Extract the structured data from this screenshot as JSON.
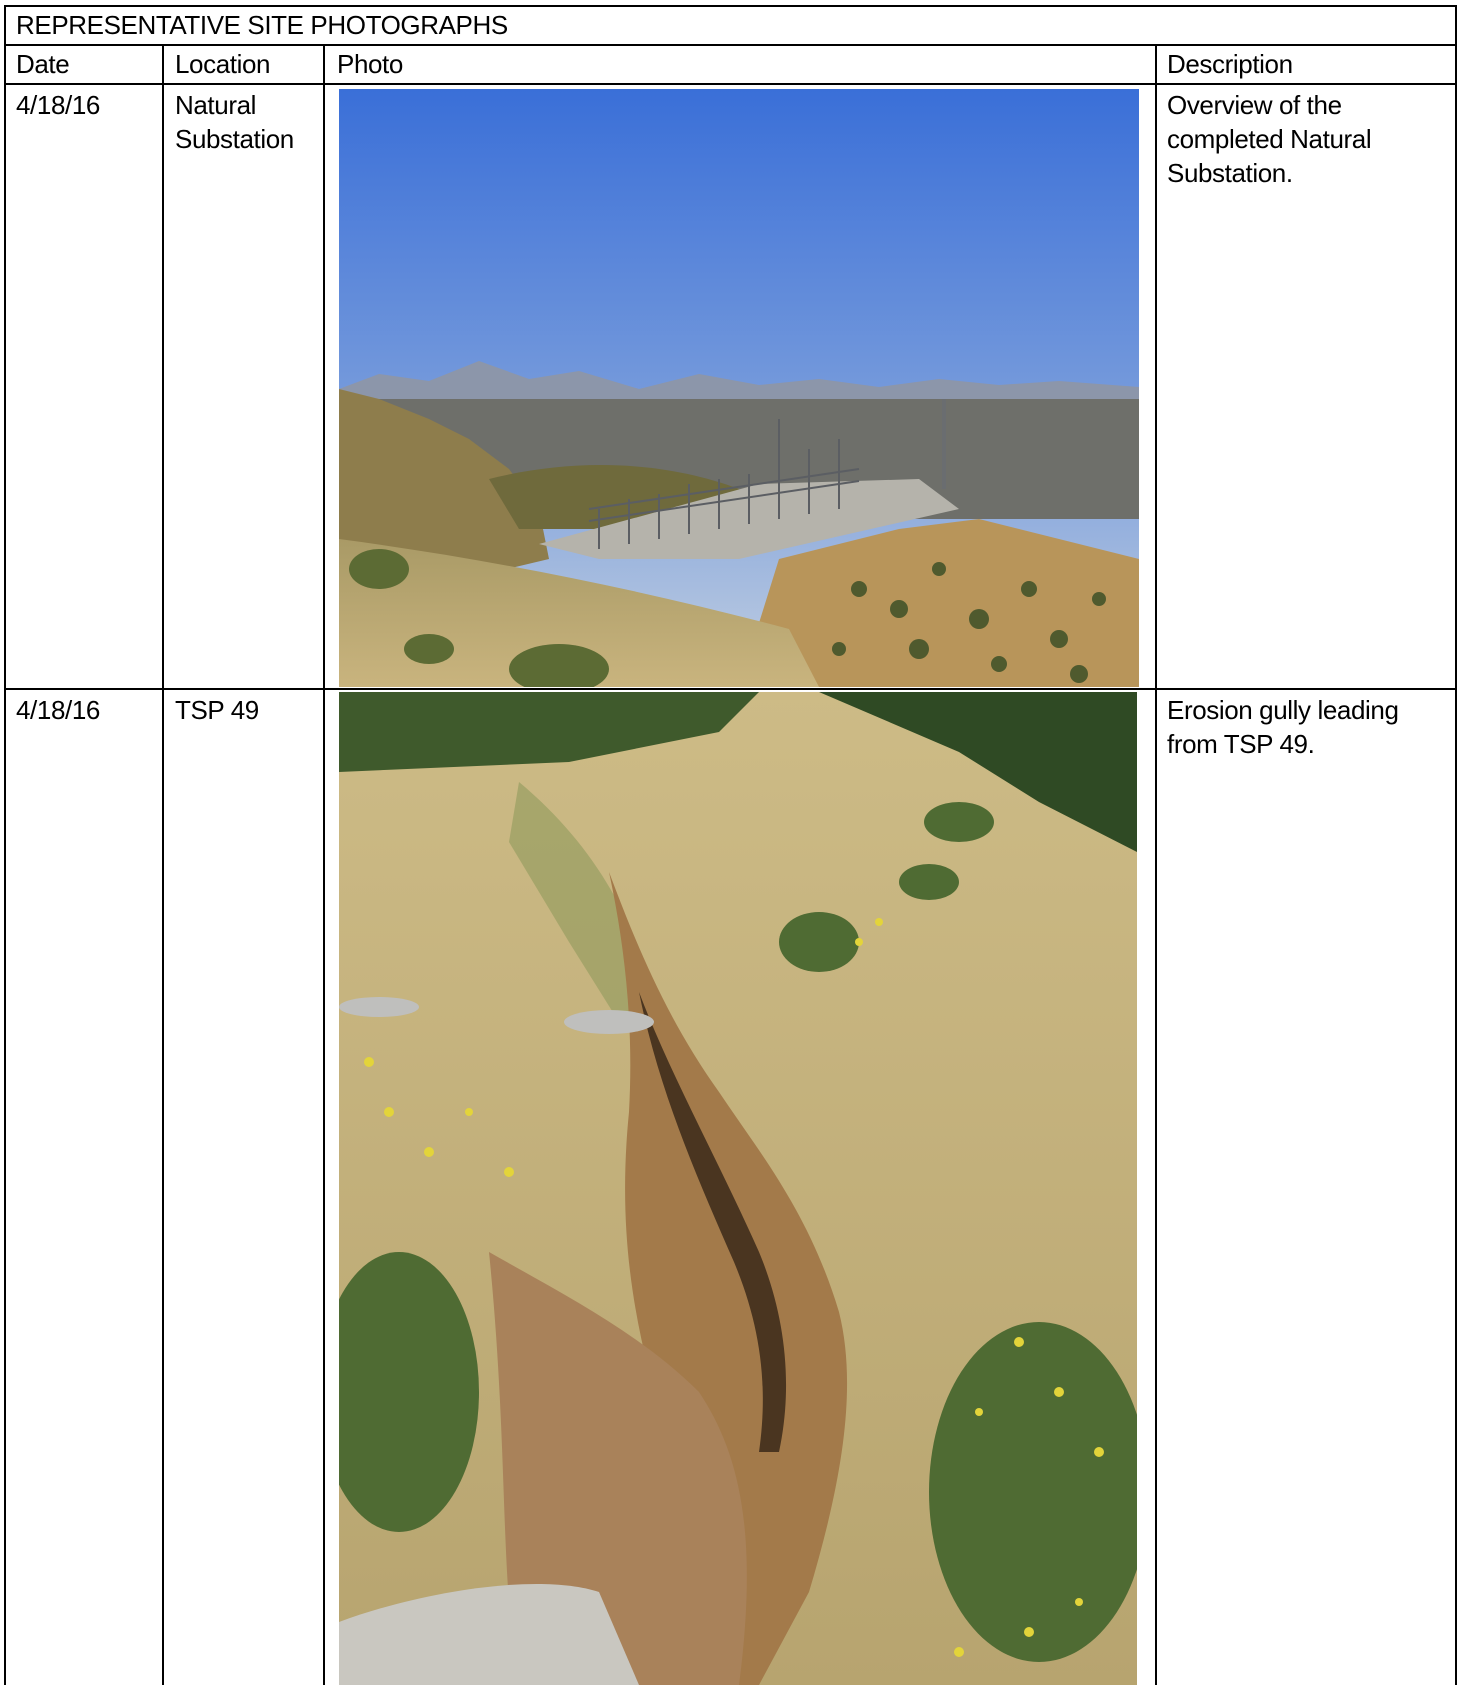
{
  "title": "REPRESENTATIVE SITE PHOTOGRAPHS",
  "columns": [
    "Date",
    "Location",
    "Photo",
    "Description"
  ],
  "rows": [
    {
      "date": "4/18/16",
      "location_lines": [
        "Natural",
        "Substation"
      ],
      "description_lines": [
        "Overview of the",
        "completed Natural",
        "Substation."
      ]
    },
    {
      "date": "4/18/16",
      "location_lines": [
        "TSP 49"
      ],
      "description_lines": [
        "Erosion gully leading",
        "from TSP 49."
      ]
    }
  ],
  "colors": {
    "sky_top": "#3a6fd8",
    "sky_bottom": "#b9cbe2",
    "dry_grass": "#c9b47e",
    "soil": "#a37a4a",
    "shrub": "#4f5a2e"
  }
}
